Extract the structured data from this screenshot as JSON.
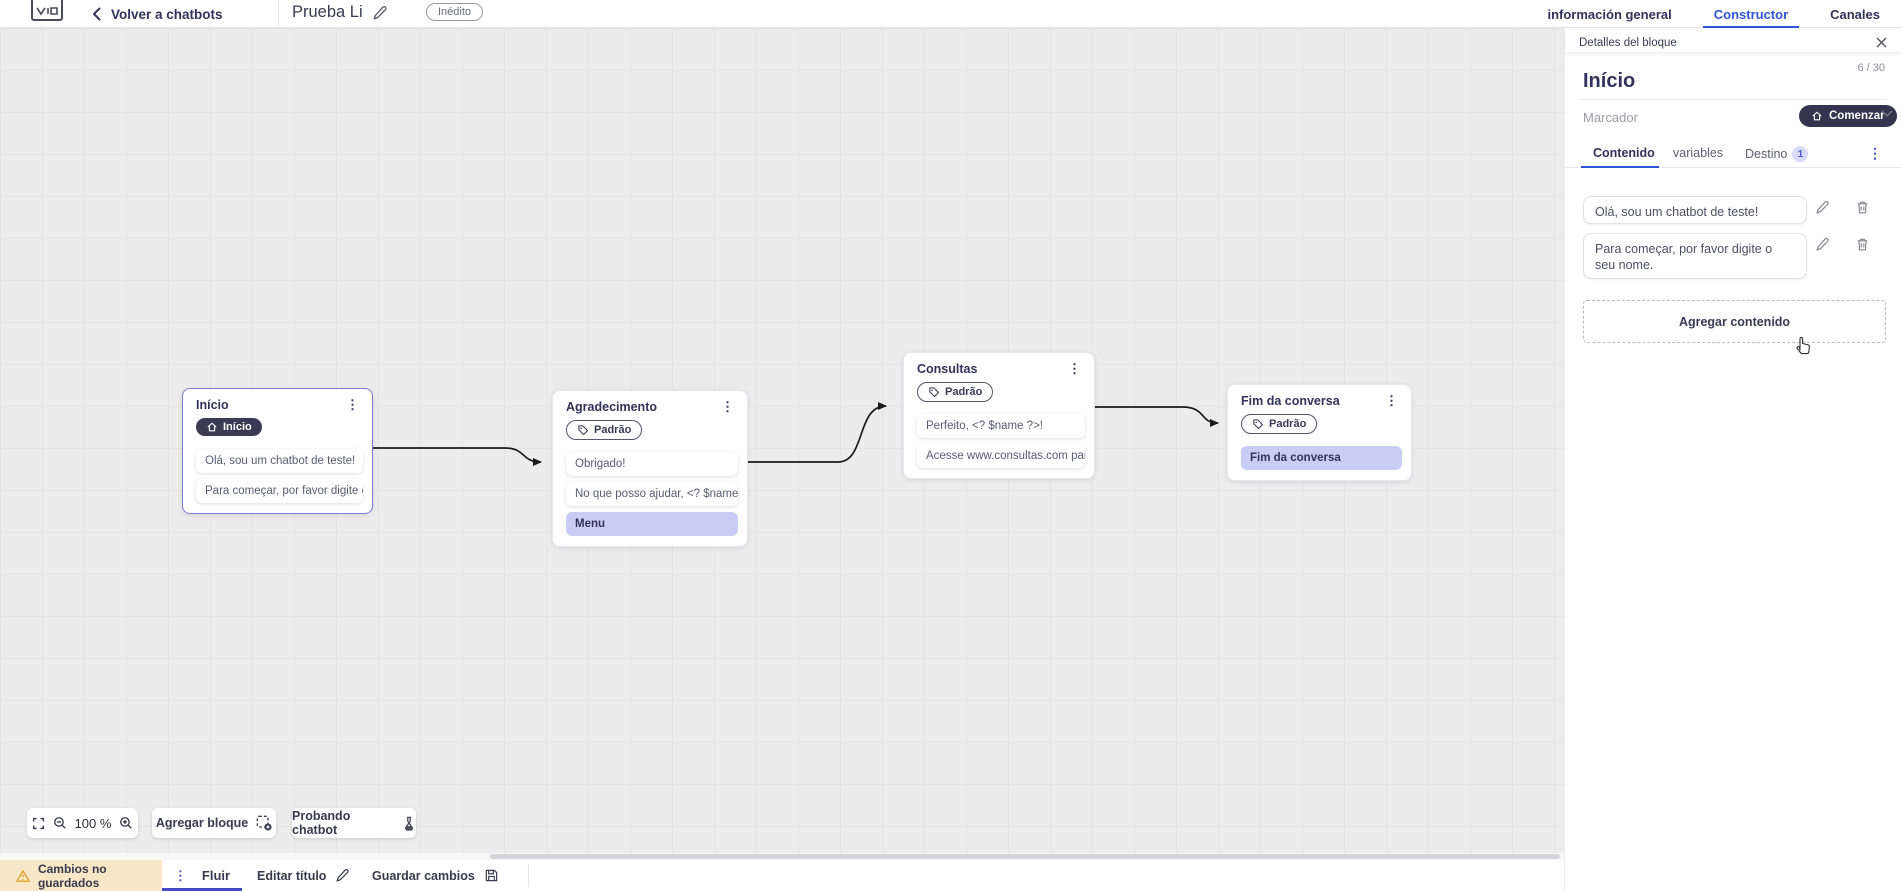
{
  "header": {
    "back_label": "Volver a chatbots",
    "title": "Prueba Li",
    "status_badge": "Inédito",
    "tabs": [
      {
        "label": "información general",
        "active": false
      },
      {
        "label": "Constructor",
        "active": true
      },
      {
        "label": "Canales",
        "active": false
      }
    ]
  },
  "canvas": {
    "zoom_level": "100 %",
    "add_block_label": "Agregar bloque",
    "test_chatbot_label": "Probando chatbot",
    "nodes": [
      {
        "title": "Início",
        "badge": "Início",
        "items": [
          {
            "text": "Olá, sou um chatbot de teste!",
            "type": "message"
          },
          {
            "text": "Para começar, por favor digite o ...",
            "type": "message"
          }
        ]
      },
      {
        "title": "Agradecimento",
        "badge": "Padrão",
        "items": [
          {
            "text": "Obrigado!",
            "type": "message"
          },
          {
            "text": "No que posso ajudar, <? $name ...",
            "type": "message"
          },
          {
            "text": "Menu",
            "type": "menu"
          }
        ]
      },
      {
        "title": "Consultas",
        "badge": "Padrão",
        "items": [
          {
            "text": "Perfeito, <? $name ?>!",
            "type": "message"
          },
          {
            "text": "Acesse www.consultas.com par...",
            "type": "message"
          }
        ]
      },
      {
        "title": "Fim da conversa",
        "badge": "Padrão",
        "items": [
          {
            "text": "Fim da conversa",
            "type": "menu"
          }
        ]
      }
    ]
  },
  "panel": {
    "header": "Detalles del bloque",
    "block_title": "Início",
    "char_counter": "6 / 30",
    "marker_label": "Marcador",
    "marker_value": "Comenzar",
    "tabs": [
      {
        "label": "Contenido",
        "active": true
      },
      {
        "label": "variables",
        "active": false
      },
      {
        "label": "Destino",
        "active": false,
        "badge": "1"
      }
    ],
    "contents": [
      "Olá, sou um chatbot de teste!",
      "Para começar, por favor digite o seu nome."
    ],
    "add_content_label": "Agregar contenido"
  },
  "statusbar": {
    "warning": "Cambios no guardados",
    "flow_tab": "Fluir",
    "edit_title_label": "Editar título",
    "save_label": "Guardar cambios"
  },
  "icons": {
    "dots_vertical": "⋮"
  },
  "colors": {
    "accent_blue": "#2e55d6",
    "indigo": "#4747c9",
    "dark_navy": "#32325d",
    "node_selected_border": "#7b7be0",
    "lavender_card": "#c7cdf4",
    "warning_bg": "#f7e7c6",
    "warning_icon": "#dda32a",
    "dark_pill": "#34344e"
  }
}
